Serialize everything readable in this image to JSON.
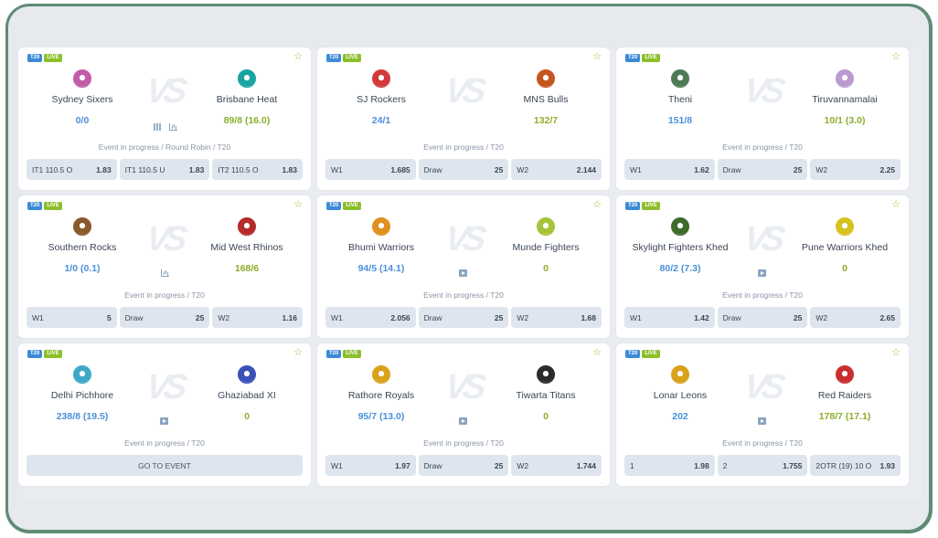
{
  "badges": {
    "format": "T20",
    "live": "LIVE"
  },
  "vs_text": "VS",
  "cards": [
    {
      "home": {
        "name": "Sydney Sixers",
        "score": "0/0",
        "logo_color": "#c25ca8"
      },
      "away": {
        "name": "Brisbane Heat",
        "score": "89/8 (16.0)",
        "logo_color": "#1aa3a3"
      },
      "status": "Event in progress / Round Robin / T20",
      "icons": [
        "grid-icon",
        "chart-icon"
      ],
      "odds": [
        {
          "label": "IT1 110.5 O",
          "value": "1.83"
        },
        {
          "label": "IT1 110.5 U",
          "value": "1.83"
        },
        {
          "label": "IT2 110.5 O",
          "value": "1.83"
        }
      ]
    },
    {
      "home": {
        "name": "SJ Rockers",
        "score": "24/1",
        "logo_color": "#d23b3b"
      },
      "away": {
        "name": "MNS Bulls",
        "score": "132/7",
        "logo_color": "#c5551f"
      },
      "status": "Event in progress / T20",
      "icons": [],
      "odds": [
        {
          "label": "W1",
          "value": "1.685"
        },
        {
          "label": "Draw",
          "value": "25"
        },
        {
          "label": "W2",
          "value": "2.144"
        }
      ]
    },
    {
      "home": {
        "name": "Theni",
        "score": "151/8",
        "logo_color": "#4f7a55"
      },
      "away": {
        "name": "Tiruvannamalai",
        "score": "10/1 (3.0)",
        "logo_color": "#b89bd1"
      },
      "status": "Event in progress / T20",
      "icons": [],
      "odds": [
        {
          "label": "W1",
          "value": "1.62"
        },
        {
          "label": "Draw",
          "value": "25"
        },
        {
          "label": "W2",
          "value": "2.25"
        }
      ]
    },
    {
      "home": {
        "name": "Southern Rocks",
        "score": "1/0 (0.1)",
        "logo_color": "#8a5a2b"
      },
      "away": {
        "name": "Mid West Rhinos",
        "score": "168/6",
        "logo_color": "#b52a2a"
      },
      "status": "Event in progress / T20",
      "icons": [
        "chart-icon"
      ],
      "odds": [
        {
          "label": "W1",
          "value": "5"
        },
        {
          "label": "Draw",
          "value": "25"
        },
        {
          "label": "W2",
          "value": "1.16"
        }
      ]
    },
    {
      "home": {
        "name": "Bhumi Warriors",
        "score": "94/5 (14.1)",
        "logo_color": "#e0901e"
      },
      "away": {
        "name": "Munde Fighters",
        "score": "0",
        "logo_color": "#a6c43a"
      },
      "status": "Event in progress / T20",
      "icons": [
        "video-icon"
      ],
      "odds": [
        {
          "label": "W1",
          "value": "2.056"
        },
        {
          "label": "Draw",
          "value": "25"
        },
        {
          "label": "W2",
          "value": "1.68"
        }
      ]
    },
    {
      "home": {
        "name": "Skylight Fighters Khed",
        "score": "80/2 (7.3)",
        "logo_color": "#3f6b2a"
      },
      "away": {
        "name": "Pune Warriors Khed",
        "score": "0",
        "logo_color": "#d6c21f"
      },
      "status": "Event in progress / T20",
      "icons": [
        "video-icon"
      ],
      "odds": [
        {
          "label": "W1",
          "value": "1.42"
        },
        {
          "label": "Draw",
          "value": "25"
        },
        {
          "label": "W2",
          "value": "2.65"
        }
      ]
    },
    {
      "home": {
        "name": "Delhi Pichhore",
        "score": "238/8 (19.5)",
        "logo_color": "#3fa8c8"
      },
      "away": {
        "name": "Ghaziabad XI",
        "score": "0",
        "logo_color": "#3a52b8"
      },
      "status": "Event in progress / T20",
      "icons": [
        "video-icon"
      ],
      "button": "GO TO EVENT",
      "odds": []
    },
    {
      "home": {
        "name": "Rathore Royals",
        "score": "95/7 (13.0)",
        "logo_color": "#d9a21a"
      },
      "away": {
        "name": "Tiwarta Titans",
        "score": "0",
        "logo_color": "#2b2b2b"
      },
      "status": "Event in progress / T20",
      "icons": [
        "video-icon"
      ],
      "odds": [
        {
          "label": "W1",
          "value": "1.97"
        },
        {
          "label": "Draw",
          "value": "25"
        },
        {
          "label": "W2",
          "value": "1.744"
        }
      ]
    },
    {
      "home": {
        "name": "Lonar Leons",
        "score": "202",
        "logo_color": "#d9a21a"
      },
      "away": {
        "name": "Red Raiders",
        "score": "178/7 (17.1)",
        "logo_color": "#c8302f"
      },
      "status": "Event in progress / T20",
      "icons": [
        "video-icon"
      ],
      "odds": [
        {
          "label": "1",
          "value": "1.98"
        },
        {
          "label": "2",
          "value": "1.755"
        },
        {
          "label": "2OTR (19) 10 O",
          "value": "1.93"
        }
      ]
    }
  ],
  "star_icon": "star-icon"
}
